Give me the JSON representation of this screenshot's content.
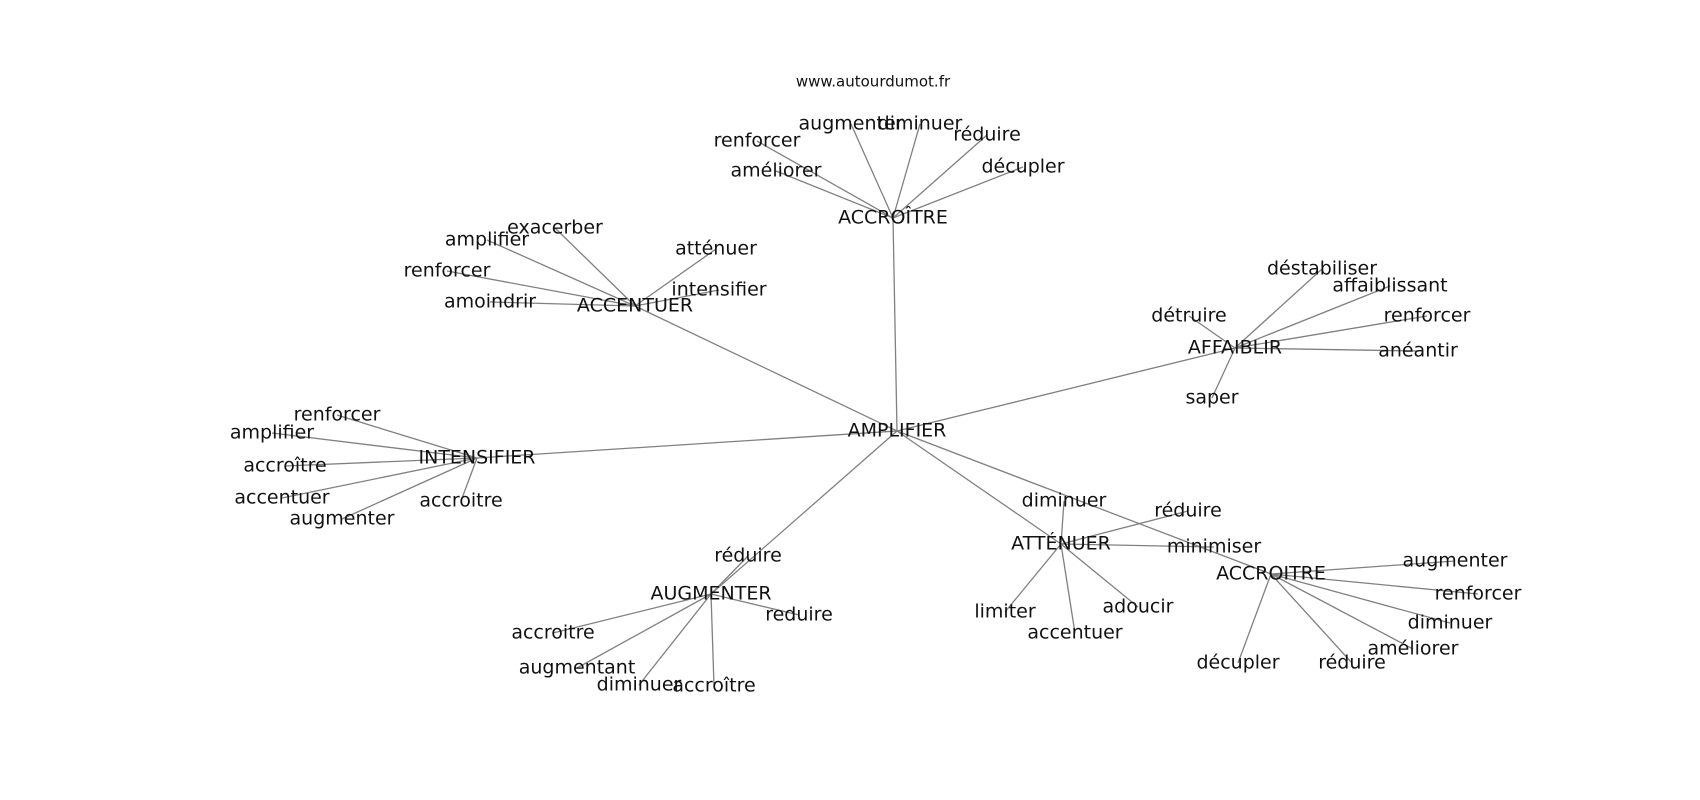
{
  "watermark": "www.autourdumot.fr",
  "center": "AMPLIFIER",
  "clusters": [
    {
      "hub": "ACCROÎTRE",
      "words": [
        "renforcer",
        "augmenter",
        "diminuer",
        "réduire",
        "décupler",
        "améliorer"
      ]
    },
    {
      "hub": "ACCENTUER",
      "words": [
        "exacerber",
        "amplifier",
        "renforcer",
        "amoindrir",
        "atténuer",
        "intensifier"
      ]
    },
    {
      "hub": "AFFAIBLIR",
      "words": [
        "déstabiliser",
        "affaiblissant",
        "détruire",
        "renforcer",
        "anéantir",
        "saper"
      ]
    },
    {
      "hub": "INTENSIFIER",
      "words": [
        "renforcer",
        "amplifier",
        "accroître",
        "accentuer",
        "augmenter",
        "accroitre"
      ]
    },
    {
      "hub": "ATTÉNUER",
      "words": [
        "diminuer",
        "réduire",
        "minimiser",
        "limiter",
        "adoucir",
        "accentuer"
      ]
    },
    {
      "hub": "ACCROITRE",
      "words": [
        "augmenter",
        "renforcer",
        "diminuer",
        "améliorer",
        "réduire",
        "décupler"
      ]
    },
    {
      "hub": "AUGMENTER",
      "words": [
        "réduire",
        "reduire",
        "accroitre",
        "augmentant",
        "diminuer",
        "accroître"
      ]
    }
  ]
}
